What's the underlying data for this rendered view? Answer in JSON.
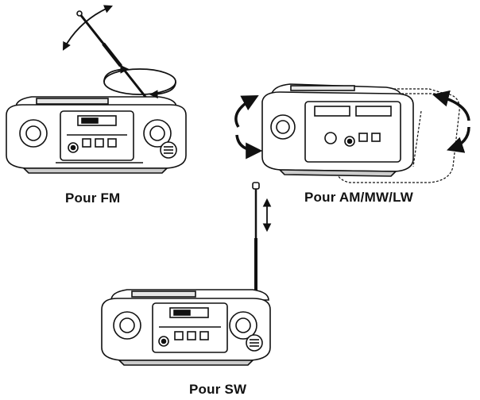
{
  "labels": {
    "fm": "Pour FM",
    "am": "Pour AM/MW/LW",
    "sw": "Pour SW"
  },
  "colors": {
    "ink": "#111111",
    "body_fill": "#ffffff",
    "shade": "#d9d9d9"
  },
  "icons": {
    "rotate_arrow": "curved-double-arrow-icon",
    "updown_arrow": "up-down-arrow-icon"
  }
}
